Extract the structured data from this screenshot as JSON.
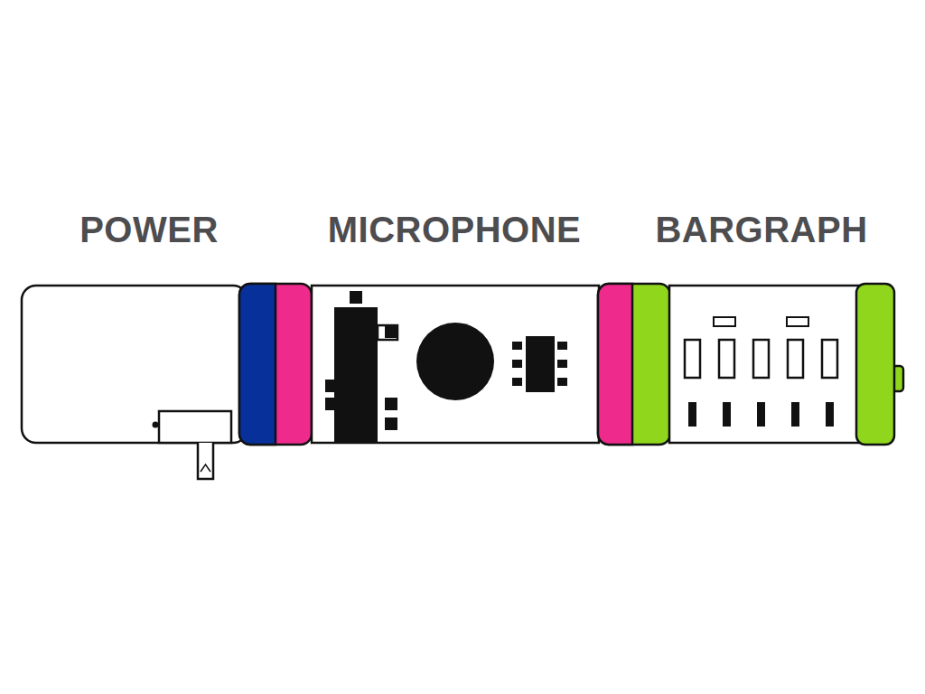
{
  "diagram": {
    "nodes": [
      {
        "text": [
          "POWER"
        ]
      },
      {
        "text": [
          "MICROPHONE"
        ]
      },
      {
        "text": [
          "BARGRAPH"
        ]
      }
    ]
  }
}
